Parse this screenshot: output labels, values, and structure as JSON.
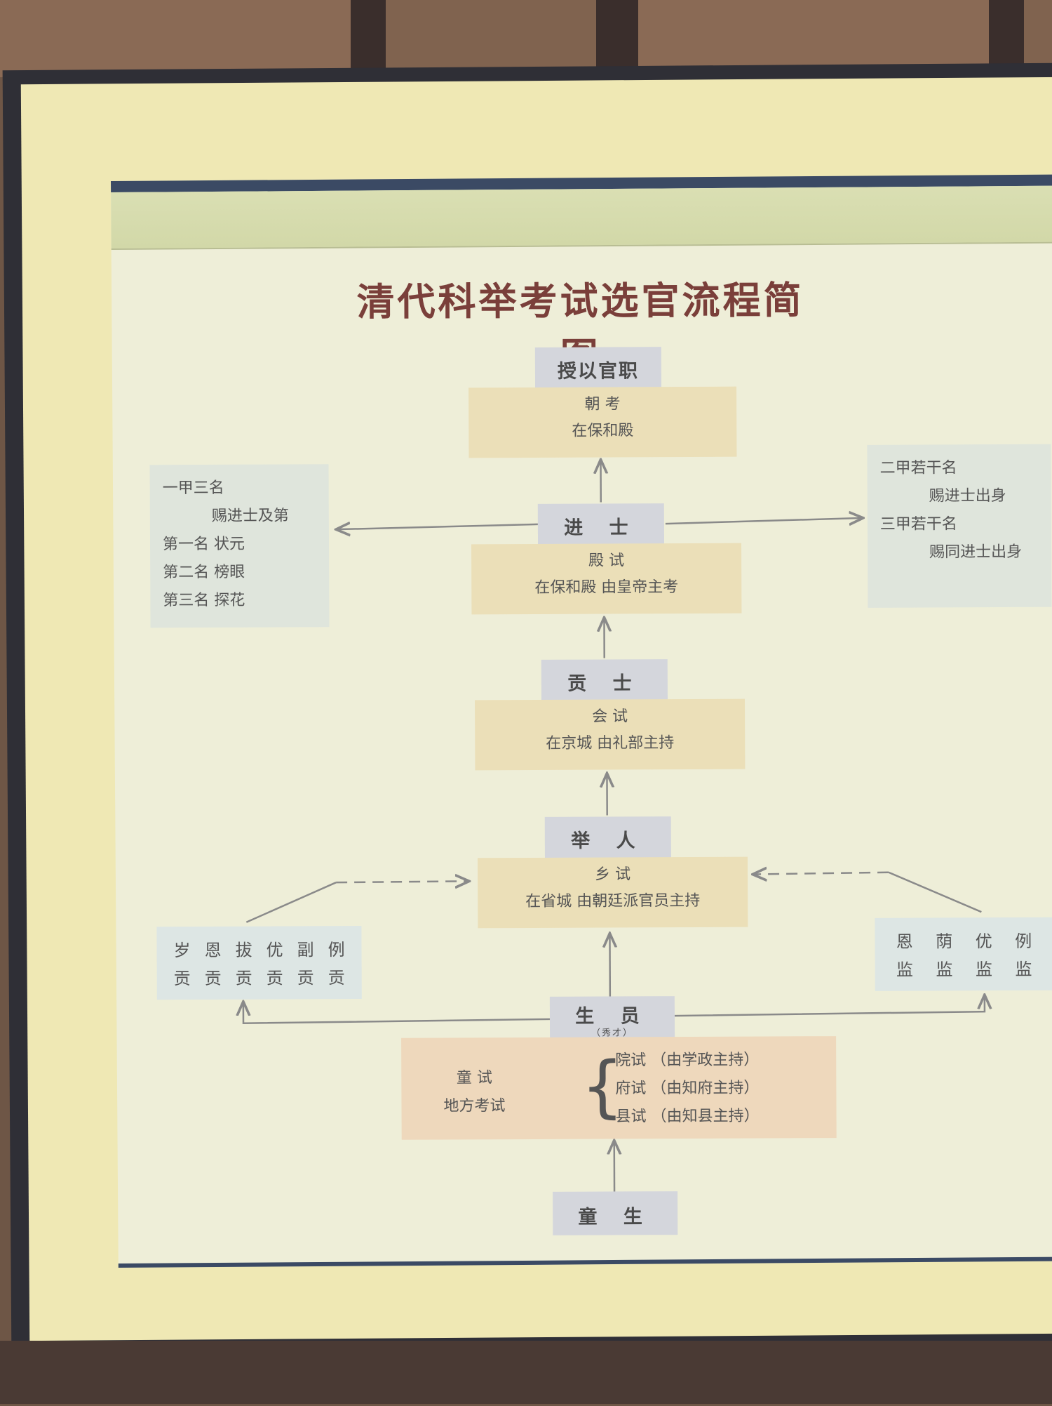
{
  "title": "清代科举考试选官流程简图",
  "nodes": {
    "niyi_guanzhi": "授以官职",
    "chaokao": {
      "name": "朝 考",
      "detail": "在保和殿"
    },
    "jinshi": "进 士",
    "dianshi": {
      "name": "殿 试",
      "detail": "在保和殿  由皇帝主考"
    },
    "gongshi": "贡 士",
    "huishi": {
      "name": "会 试",
      "detail": "在京城  由礼部主持"
    },
    "juren": "举 人",
    "xiangshi": {
      "name": "乡 试",
      "detail": "在省城  由朝廷派官员主持"
    },
    "shengyuan": {
      "name": "生 员",
      "sub": "（秀才）"
    },
    "tongshi": {
      "left": [
        "童 试",
        "地方考试"
      ],
      "right": [
        "院试 （由学政主持）",
        "府试 （由知府主持）",
        "县试 （由知县主持）"
      ]
    },
    "tongsheng": "童 生"
  },
  "left_top_note": {
    "heading": "一甲三名",
    "sub": "赐进士及第",
    "ranks": [
      "第一名  状元",
      "第二名  榜眼",
      "第三名  探花"
    ]
  },
  "right_top_note": {
    "lines": [
      {
        "text": "二甲若干名",
        "indent": false
      },
      {
        "text": "赐进士出身",
        "indent": true
      },
      {
        "text": "三甲若干名",
        "indent": false
      },
      {
        "text": "赐同进士出身",
        "indent": true
      }
    ]
  },
  "left_bottom_grid": {
    "cells": [
      "岁",
      "恩",
      "拔",
      "优",
      "副",
      "例",
      "贡",
      "贡",
      "贡",
      "贡",
      "贡",
      "贡"
    ]
  },
  "right_bottom_grid": {
    "cells": [
      "恩",
      "荫",
      "优",
      "例",
      "监",
      "监",
      "监",
      "监"
    ]
  },
  "colors": {
    "title": "#7a3f3a",
    "rank_box": "#d4d6dc",
    "exam_box": "#ebdfb8",
    "note_box": "#dfe5dc",
    "tongshi_box": "#eed8bc",
    "arrow": "#8a8a8a"
  }
}
